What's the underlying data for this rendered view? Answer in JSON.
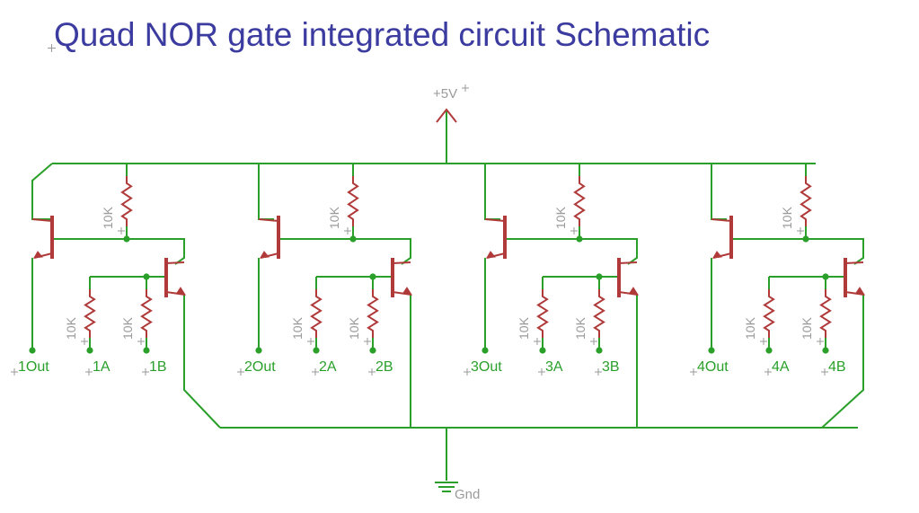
{
  "title": "Quad NOR gate integrated circuit Schematic",
  "power_label": "+5V",
  "ground_label": "Gnd",
  "resistor_value": "10K",
  "gates": [
    {
      "out": "1Out",
      "a": "1A",
      "b": "1B"
    },
    {
      "out": "2Out",
      "a": "2A",
      "b": "2B"
    },
    {
      "out": "3Out",
      "a": "3A",
      "b": "3B"
    },
    {
      "out": "4Out",
      "a": "4A",
      "b": "4B"
    }
  ],
  "colors": {
    "title": "#3b3ba0",
    "wire": "#2aa02a",
    "component": "#b03a3a",
    "label": "#9a9a9a",
    "pin_label": "#2aa02a",
    "junction": "#2aa02a"
  }
}
